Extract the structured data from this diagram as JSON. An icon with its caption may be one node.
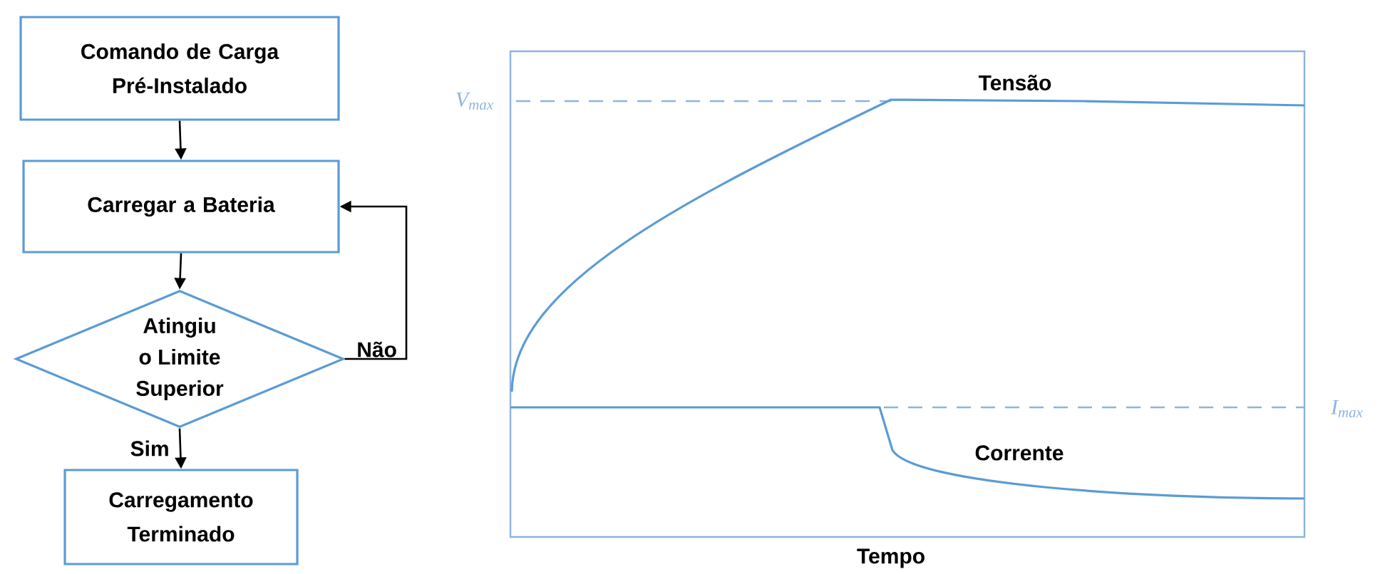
{
  "diagram": {
    "nodes": [
      {
        "text": [
          "Comando de Carga Pré-Instalado"
        ]
      },
      {
        "text": [
          "Carregar a Bateria"
        ]
      },
      {
        "text": [
          "Atingiu o Limite Superior"
        ]
      },
      {
        "text": [
          "Carregamento Terminado"
        ]
      }
    ],
    "edges": [
      {
        "from": 0,
        "to": 1,
        "arrow": "to"
      },
      {
        "from": 1,
        "to": 2,
        "arrow": "to"
      },
      {
        "from": 2,
        "to": 1,
        "arrow": "to",
        "label": "Não"
      },
      {
        "from": 2,
        "to": 3,
        "arrow": "to",
        "label": "Sim"
      }
    ],
    "labels": [
      "V$_{max}$",
      "Tensão",
      "I$_{max}$",
      "Corrente",
      "Tempo"
    ]
  }
}
